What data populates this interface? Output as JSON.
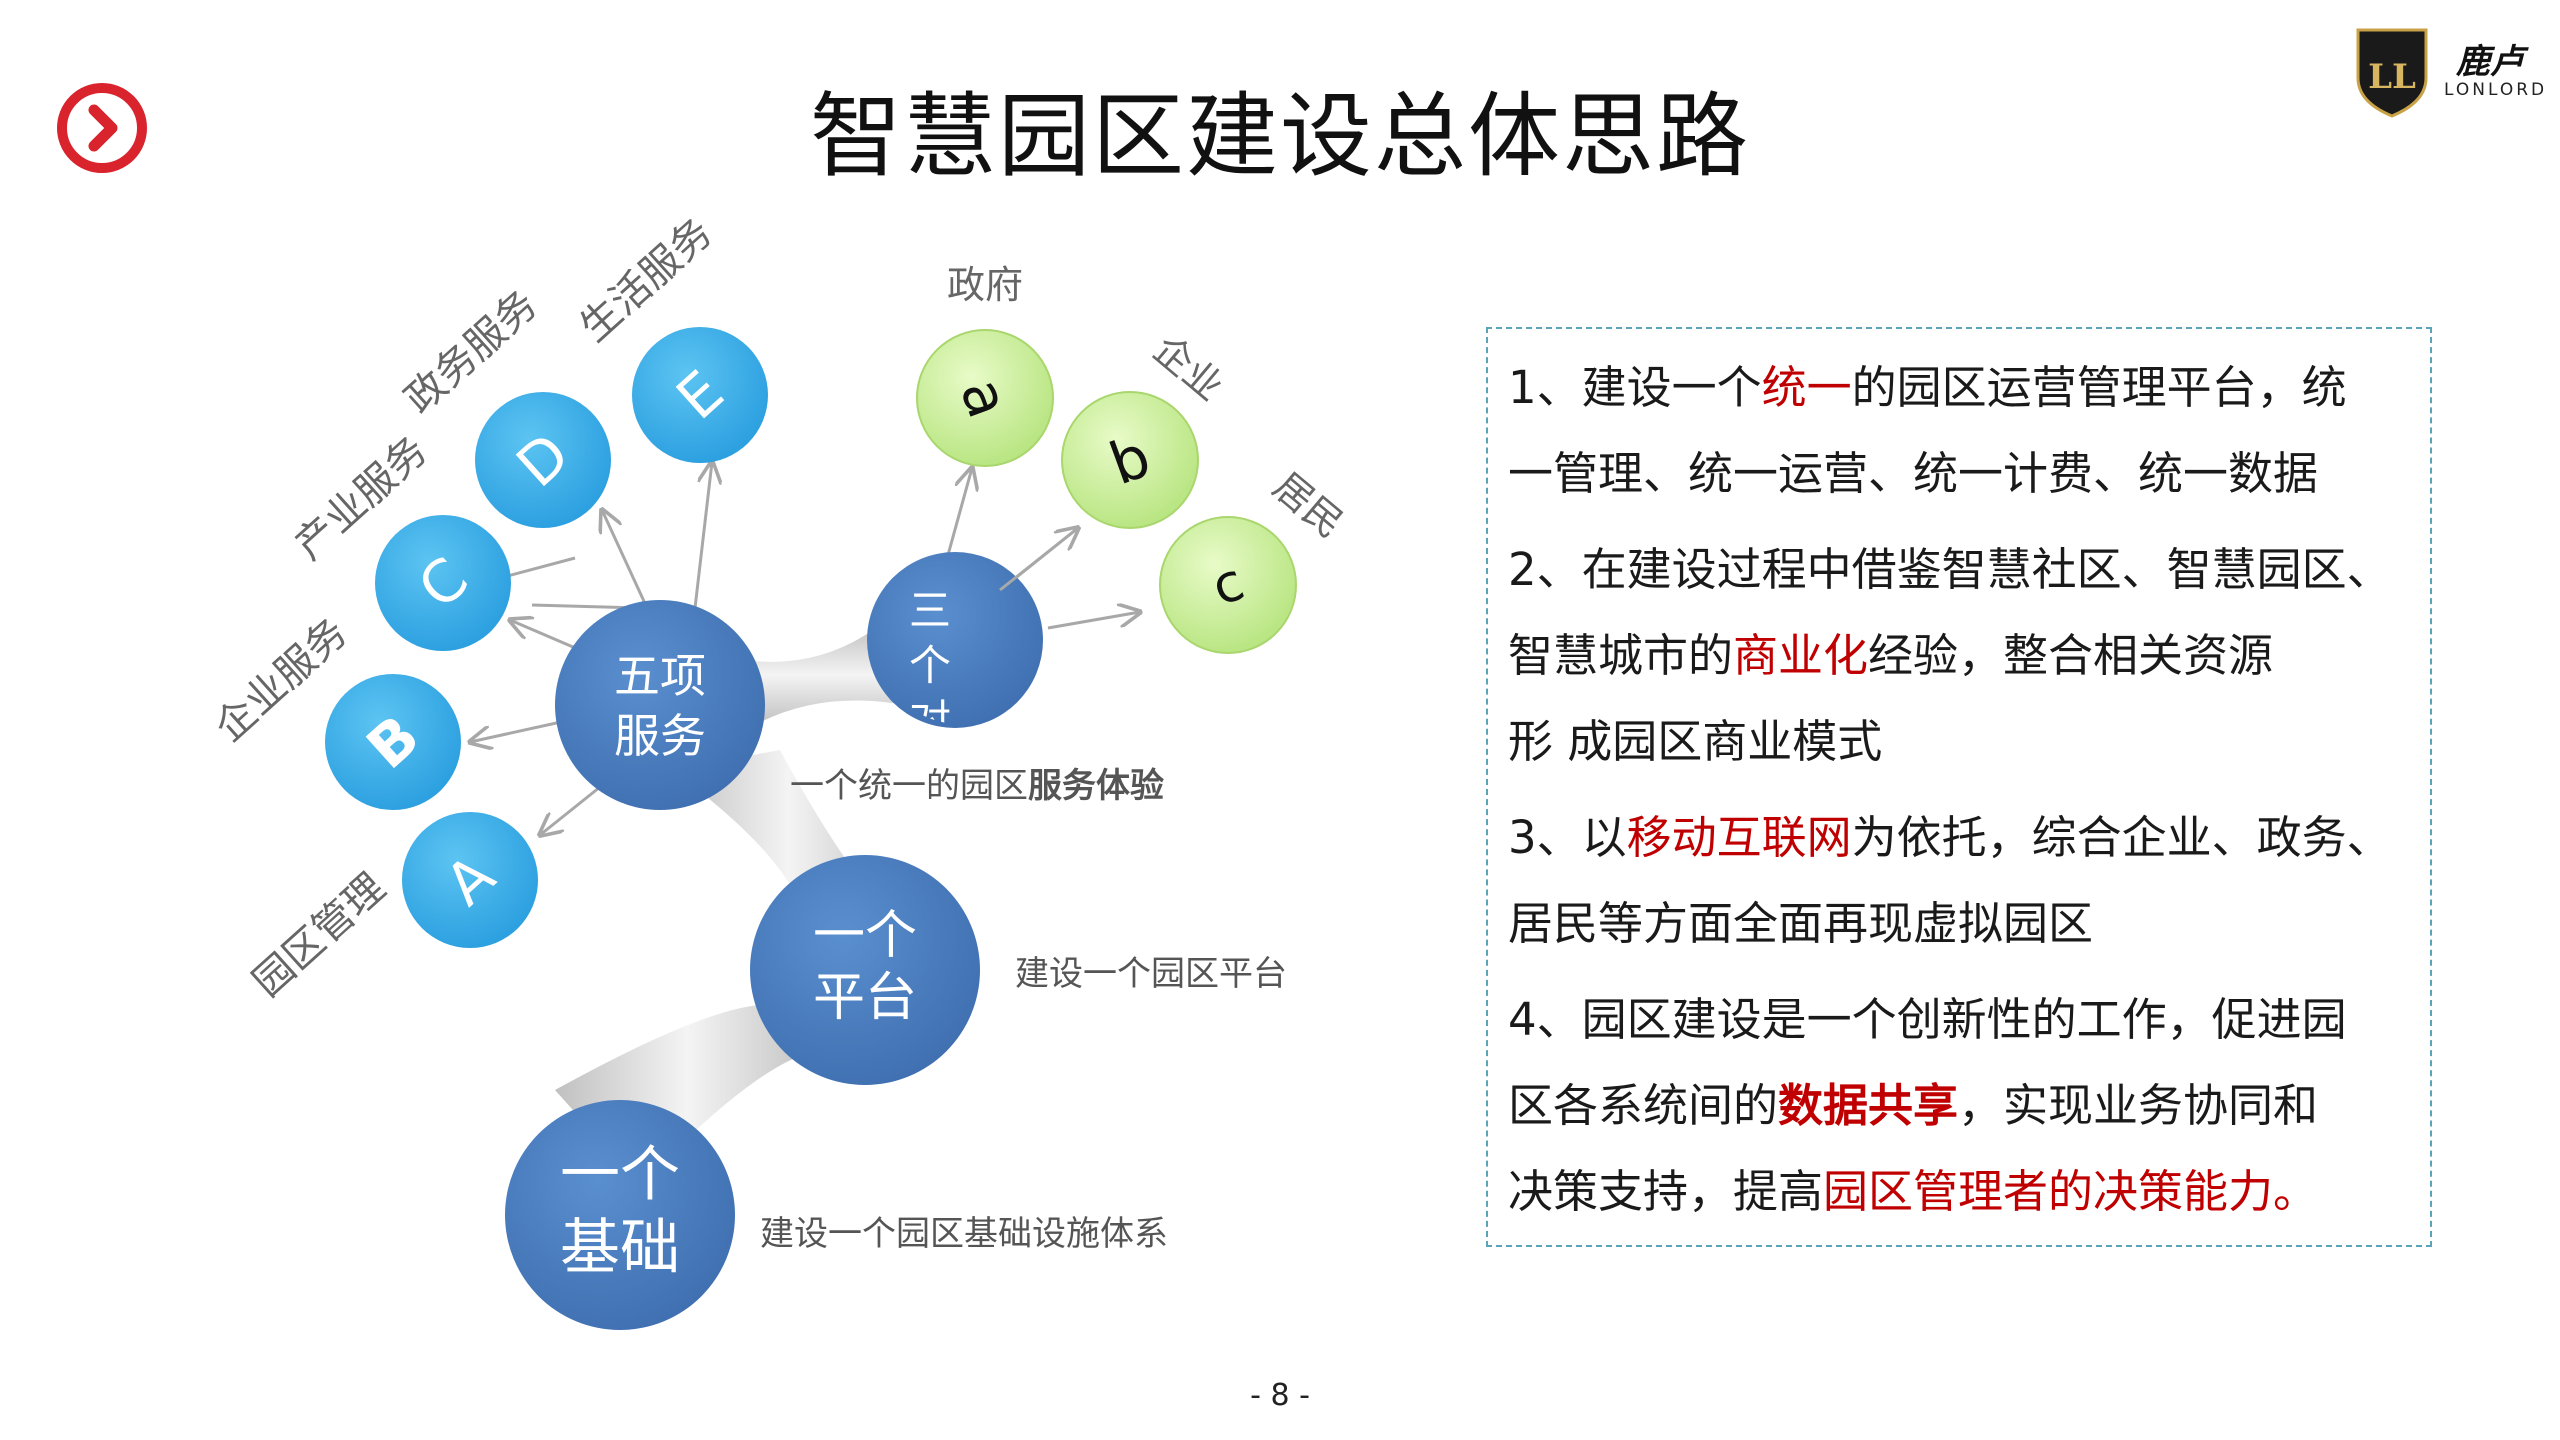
{
  "page": {
    "title": "智慧园区建设总体思路",
    "page_number": "- 8 -"
  },
  "logo": {
    "mark": "LL",
    "brand": "鹿卢",
    "sub": "LONLORD"
  },
  "icons": {
    "nav": "chevron-right-circle-icon"
  },
  "colors": {
    "accent_red": "#d9232d",
    "blue_dark": "#4a7cc0",
    "blue_light": "#3aaee8",
    "green_light": "#cef29c",
    "highlight": "#c00000"
  },
  "diagram": {
    "base": {
      "line1": "一个",
      "line2": "基础",
      "caption": "建设一个园区基础设施体系"
    },
    "platform": {
      "line1": "一个",
      "line2": "平台",
      "caption": "建设一个园区平台"
    },
    "services": {
      "line1": "五项",
      "line2": "服务",
      "caption_pre": "一个统一的园区",
      "caption_bold": "服务体验"
    },
    "targets": {
      "text": [
        "三",
        "个",
        "对"
      ]
    },
    "service_items": [
      {
        "letter": "A",
        "label": "园区管理"
      },
      {
        "letter": "B",
        "label": "企业服务"
      },
      {
        "letter": "C",
        "label": "产业服务"
      },
      {
        "letter": "D",
        "label": "政务服务"
      },
      {
        "letter": "E",
        "label": "生活服务"
      }
    ],
    "target_items": [
      {
        "letter": "a",
        "label": "政府"
      },
      {
        "letter": "b",
        "label": "企业"
      },
      {
        "letter": "c",
        "label": "居民"
      }
    ]
  },
  "textbox": {
    "p1": {
      "l1a": "1、建设一个",
      "l1b": "统一",
      "l1c": "的园区运营管理平台，统",
      "l2": "一管理、统一运营、统一计费、统一数据"
    },
    "p2": {
      "l1": "2、在建设过程中借鉴智慧社区、智慧园区、",
      "l2a": "智慧城市的",
      "l2b": "商业化",
      "l2c": "经验，整合相关资源",
      "l3": "形 成园区商业模式"
    },
    "p3": {
      "l1a": "3、以",
      "l1b": "移动互联网",
      "l1c": "为依托，综合企业、政务、",
      "l2": "居民等方面全面再现虚拟园区"
    },
    "p4": {
      "l1": "4、园区建设是一个创新性的工作，促进园",
      "l2a": "区各系统间的",
      "l2b": "数据共享",
      "l2c": "，实现业务协同和",
      "l3a": "决策支持，提高",
      "l3b": "园区管理者的决策能力。"
    }
  }
}
